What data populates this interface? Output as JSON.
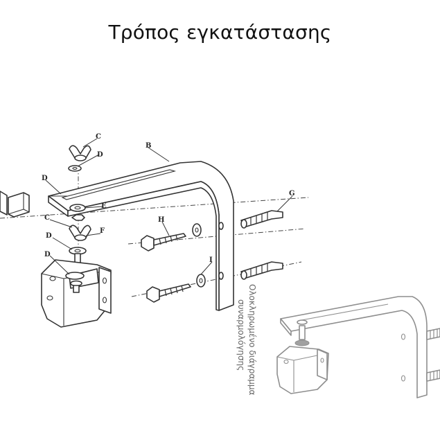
{
  "title": "Τρόπος εγκατάστασης",
  "labels": {
    "B": "B",
    "C_top": "C",
    "D_top": "D",
    "D_left": "D",
    "E": "E",
    "C_mid": "C",
    "F": "F",
    "D_mid": "D",
    "D_low": "D",
    "G": "G",
    "H": "H",
    "I": "I"
  },
  "caption": {
    "line1": "Ολοκληρωμένο διάγραμμα",
    "line2": "συναρμολόγησης"
  }
}
